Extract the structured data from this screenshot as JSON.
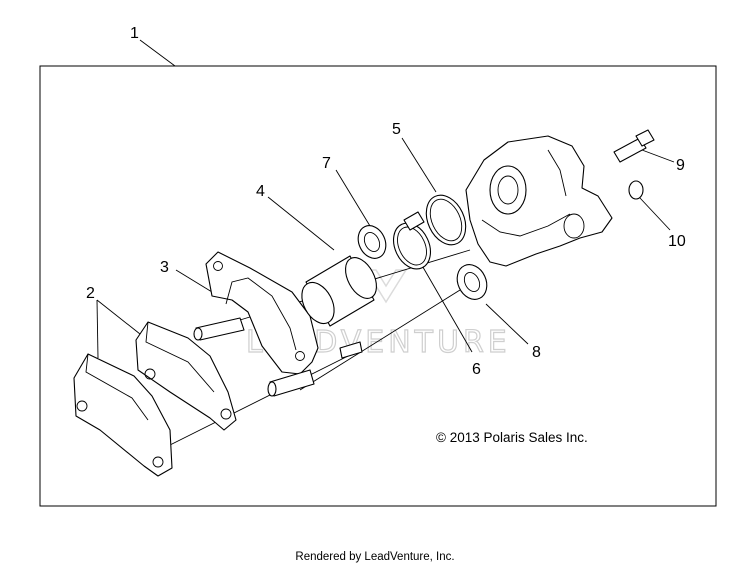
{
  "diagram": {
    "callouts": [
      "1",
      "2",
      "3",
      "4",
      "5",
      "6",
      "7",
      "8",
      "9",
      "10"
    ],
    "copyright": "© 2013 Polaris Sales Inc.",
    "watermark": "LEADVENTURE",
    "footer": "Rendered by LeadVenture, Inc."
  }
}
